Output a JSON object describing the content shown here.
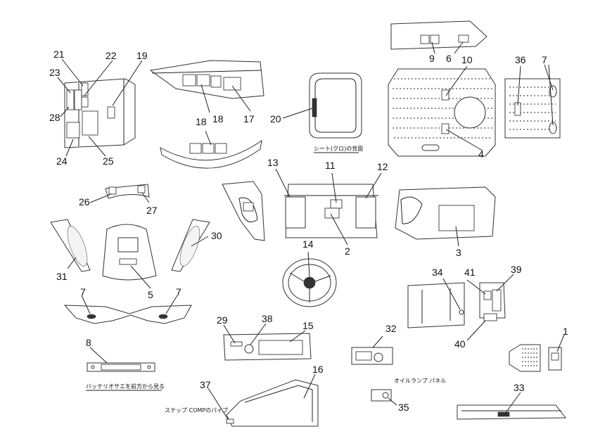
{
  "captions": {
    "seat_back": "シート(クロ)の背面",
    "battery": "バッテリオサエを前方から見る",
    "step_pipe": "ステップ COMPのパイプ",
    "oil_lamp": "オイルランプ パネル"
  },
  "callouts": [
    {
      "id": "c1",
      "text": "1"
    },
    {
      "id": "c2",
      "text": "2"
    },
    {
      "id": "c3",
      "text": "3"
    },
    {
      "id": "c4",
      "text": "4"
    },
    {
      "id": "c5",
      "text": "5"
    },
    {
      "id": "c6",
      "text": "6"
    },
    {
      "id": "c7a",
      "text": "7"
    },
    {
      "id": "c7b",
      "text": "7"
    },
    {
      "id": "c7c",
      "text": "7"
    },
    {
      "id": "c8",
      "text": "8"
    },
    {
      "id": "c9",
      "text": "9"
    },
    {
      "id": "c10",
      "text": "10"
    },
    {
      "id": "c11",
      "text": "11"
    },
    {
      "id": "c12",
      "text": "12"
    },
    {
      "id": "c13",
      "text": "13"
    },
    {
      "id": "c14",
      "text": "14"
    },
    {
      "id": "c15",
      "text": "15"
    },
    {
      "id": "c16",
      "text": "16"
    },
    {
      "id": "c17",
      "text": "17"
    },
    {
      "id": "c18a",
      "text": "18"
    },
    {
      "id": "c18b",
      "text": "18"
    },
    {
      "id": "c19",
      "text": "19"
    },
    {
      "id": "c20",
      "text": "20"
    },
    {
      "id": "c21",
      "text": "21"
    },
    {
      "id": "c22",
      "text": "22"
    },
    {
      "id": "c23",
      "text": "23"
    },
    {
      "id": "c24",
      "text": "24"
    },
    {
      "id": "c25",
      "text": "25"
    },
    {
      "id": "c26",
      "text": "26"
    },
    {
      "id": "c27",
      "text": "27"
    },
    {
      "id": "c28",
      "text": "28"
    },
    {
      "id": "c29",
      "text": "29"
    },
    {
      "id": "c30",
      "text": "30"
    },
    {
      "id": "c31",
      "text": "31"
    },
    {
      "id": "c32",
      "text": "32"
    },
    {
      "id": "c33",
      "text": "33"
    },
    {
      "id": "c34",
      "text": "34"
    },
    {
      "id": "c35",
      "text": "35"
    },
    {
      "id": "c36",
      "text": "36"
    },
    {
      "id": "c37",
      "text": "37"
    },
    {
      "id": "c38",
      "text": "38"
    },
    {
      "id": "c39",
      "text": "39"
    },
    {
      "id": "c40",
      "text": "40"
    },
    {
      "id": "c41",
      "text": "41"
    }
  ]
}
